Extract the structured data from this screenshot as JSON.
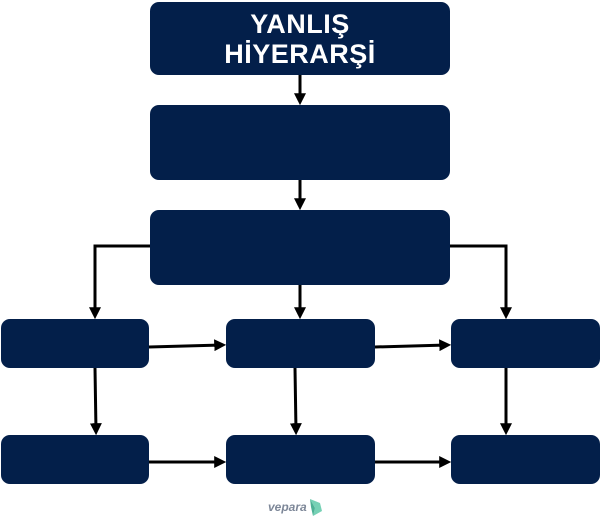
{
  "diagram": {
    "title_lines": [
      "YANLIŞ",
      "HİYERARŞİ"
    ],
    "box_color": "#031f4a",
    "arrow_color": "#000000"
  },
  "brand": {
    "name": "vepara",
    "accent": "#5ec9a8"
  }
}
